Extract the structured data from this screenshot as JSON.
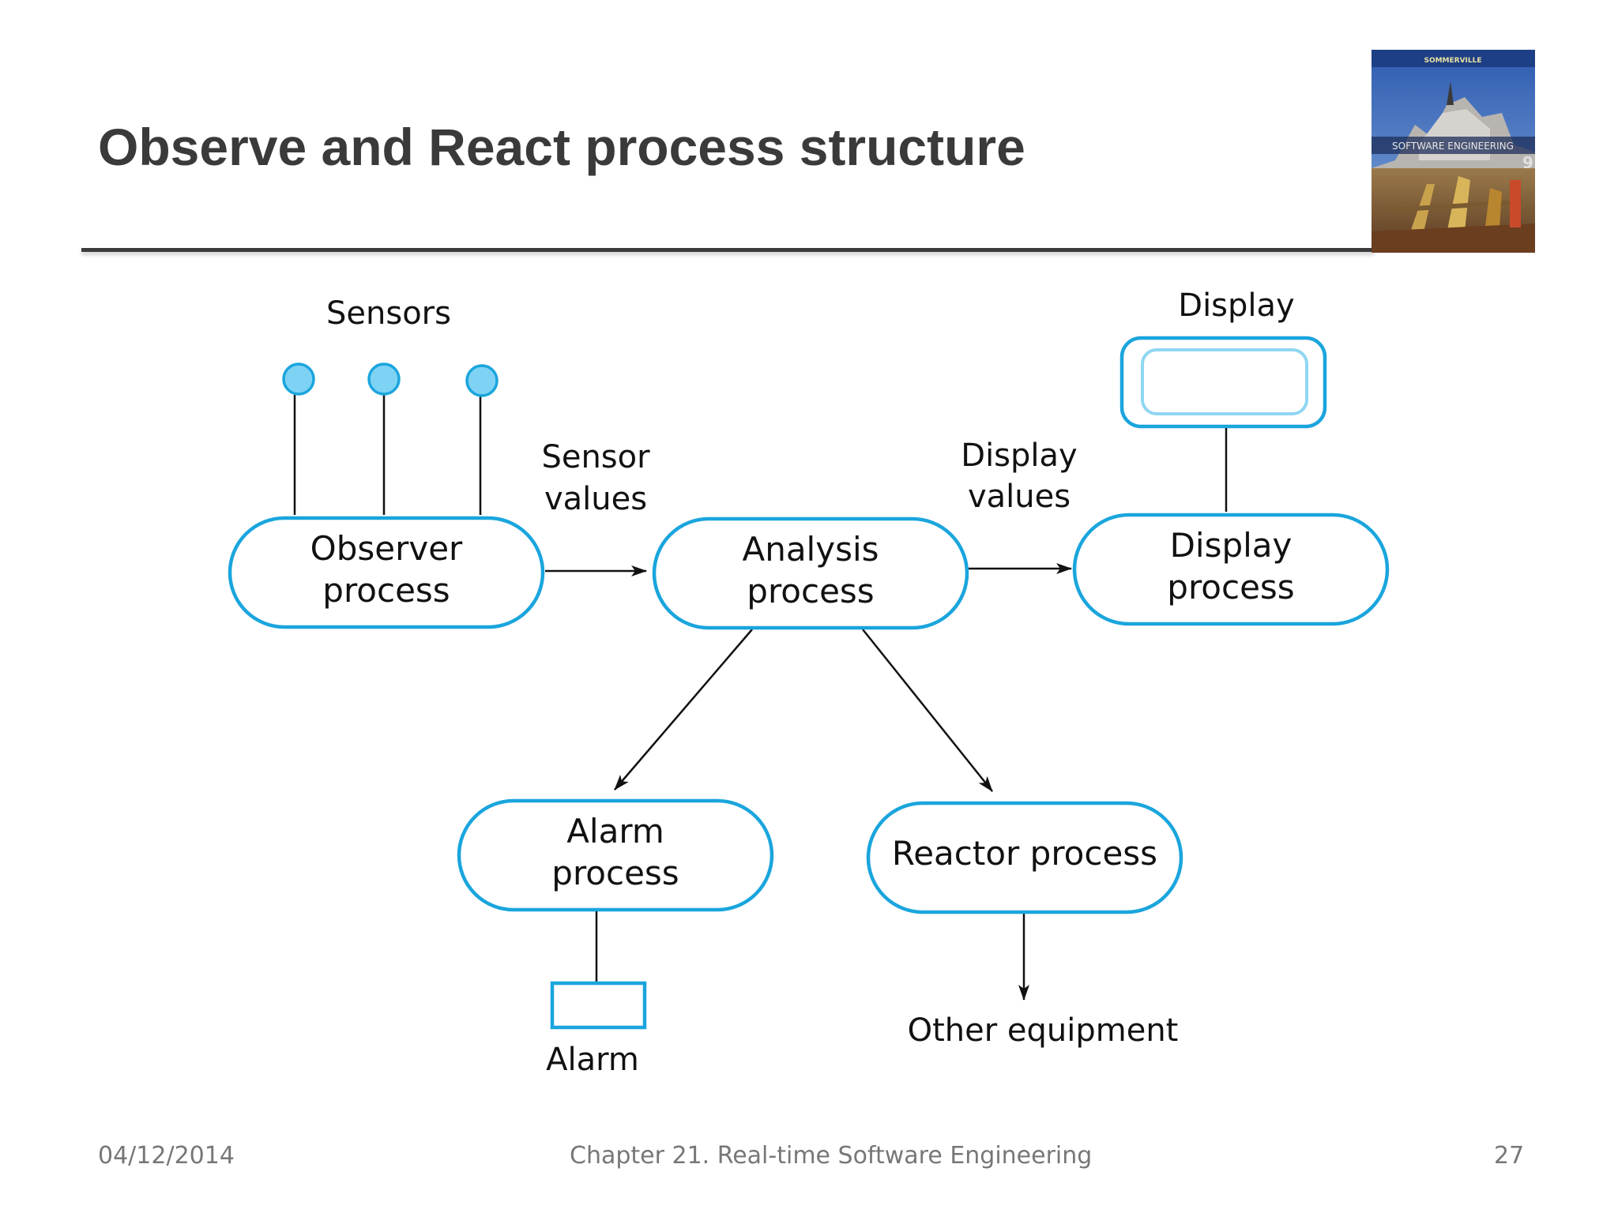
{
  "slide": {
    "title": "Observe and React process structure",
    "cover_title": "SOFTWARE ENGINEERING",
    "cover_edition": "9",
    "cover_author": "SOMMERVILLE"
  },
  "diagram": {
    "labels": {
      "sensors": "Sensors",
      "display": "Display",
      "sensor_values_1": "Sensor",
      "sensor_values_2": "values",
      "display_values_1": "Display",
      "display_values_2": "values",
      "alarm": "Alarm",
      "other_equipment": "Other equipment"
    },
    "nodes": {
      "observer": [
        "Observer",
        "process"
      ],
      "analysis": [
        "Analysis",
        "process"
      ],
      "display": [
        "Display",
        "process"
      ],
      "alarm": [
        "Alarm",
        "process"
      ],
      "reactor": [
        "Reactor process"
      ]
    },
    "colors": {
      "node_stroke": "#1aa5dd",
      "sensor_fill": "#7ed2f3",
      "display_inner": "#8fd6f2",
      "arrow": "#111111"
    }
  },
  "footer": {
    "date": "04/12/2014",
    "chapter": "Chapter 21. Real-time Software Engineering",
    "page": "27"
  }
}
